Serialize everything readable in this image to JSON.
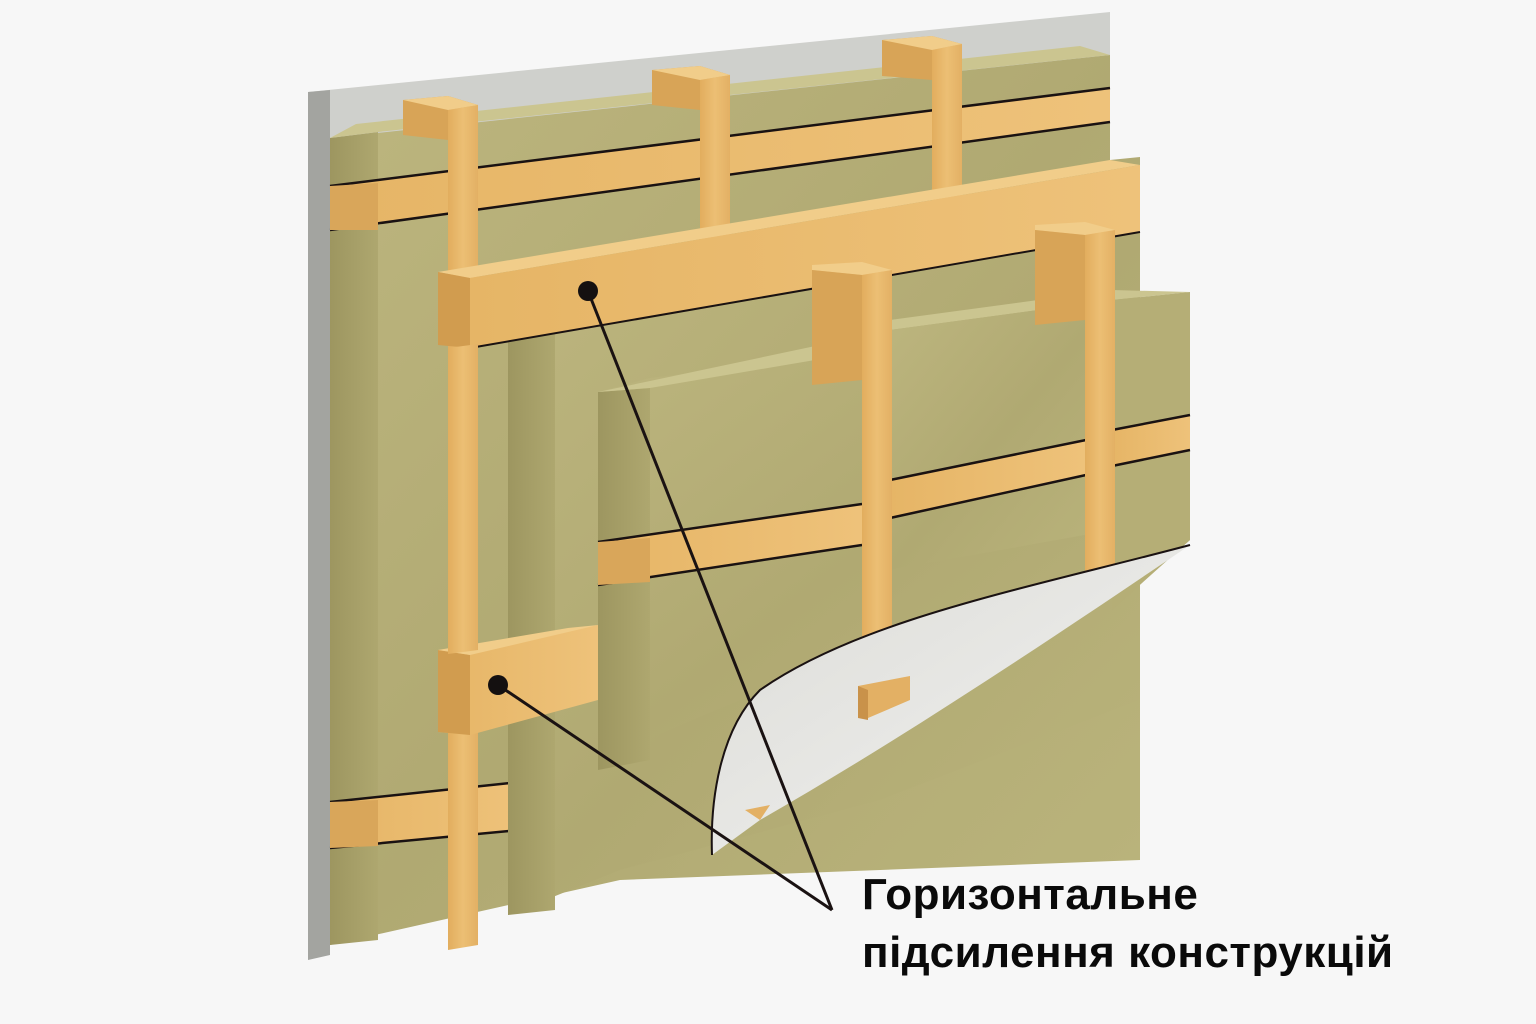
{
  "diagram": {
    "subject": "Wall insulation with timber frame and mineral wool layers",
    "caption": {
      "line1": "Горизонтальне",
      "line2": "підсилення конструкцій"
    },
    "callouts": [
      {
        "id": "upper-horizontal-batten",
        "dot": [
          588,
          291
        ],
        "target": [
          832,
          910
        ]
      },
      {
        "id": "lower-horizontal-batten",
        "dot": [
          498,
          685
        ],
        "target": [
          832,
          910
        ]
      }
    ],
    "colors": {
      "background": "#f7f7f7",
      "wall": "#cfd0cc",
      "wall_shadow": "#9c9d99",
      "insulation_front": "#b6b07a",
      "insulation_top": "#c9c38e",
      "insulation_side": "#a39c65",
      "wood_front": "#e8b96a",
      "wood_top": "#f1cd8a",
      "wood_side": "#cf9a4c",
      "line": "#1a1212",
      "caption_text": "#0a0a0a"
    }
  }
}
